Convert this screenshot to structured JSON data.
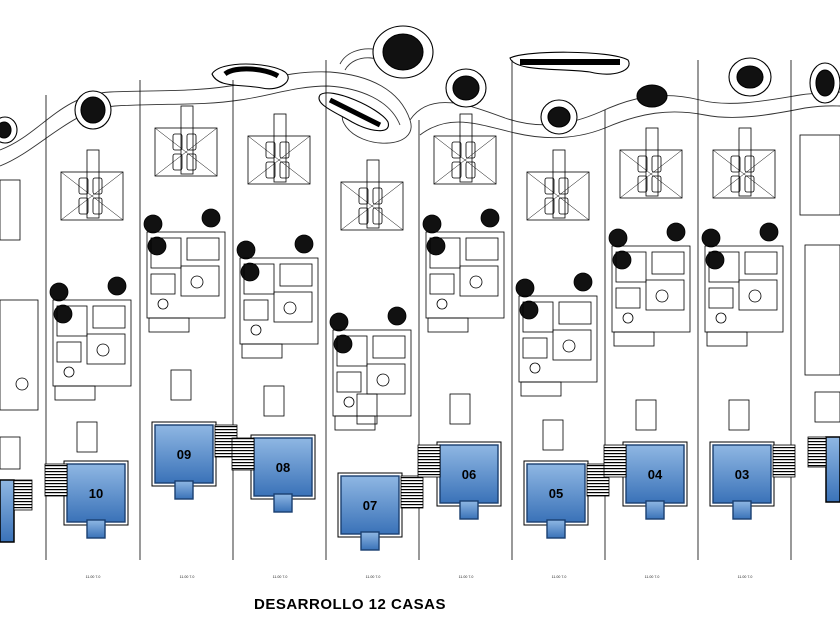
{
  "title": "DESARROLLO 12 CASAS",
  "colors": {
    "pool_fill": "#4a86c8",
    "pool_light": "#8fb7e3",
    "line": "#000000",
    "paper": "#ffffff"
  },
  "lots": [
    {
      "number": "10",
      "label_1": "",
      "label_2": "11.00  7.0"
    },
    {
      "number": "09",
      "label_1": "",
      "label_2": "11.00  7.0"
    },
    {
      "number": "08",
      "label_1": "",
      "label_2": "11.00  7.0"
    },
    {
      "number": "07",
      "label_1": "",
      "label_2": "11.00  7.0"
    },
    {
      "number": "06",
      "label_1": "",
      "label_2": "11.00  7.0"
    },
    {
      "number": "05",
      "label_1": "",
      "label_2": "11.00  7.0"
    },
    {
      "number": "04",
      "label_1": "",
      "label_2": "11.00  7.0"
    },
    {
      "number": "03",
      "label_1": "",
      "label_2": "11.00  7.0"
    }
  ]
}
